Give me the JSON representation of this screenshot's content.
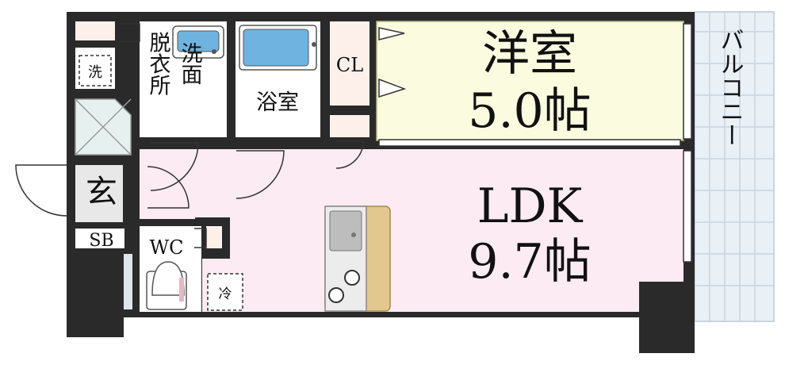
{
  "rooms": {
    "youshitsu": {
      "name": "洋室",
      "size": "5.0帖"
    },
    "ldk": {
      "name": "LDK",
      "size": "9.7帖"
    },
    "closet": "CL",
    "bath": "浴室",
    "dressing_left": "脱衣所",
    "dressing_right": "洗面",
    "entrance": "玄",
    "shoebox": "SB",
    "toilet": "WC",
    "balcony": "バルコニー"
  },
  "marks": {
    "washer": "洗",
    "fridge": "冷"
  },
  "colors": {
    "wall": "#2a2a2a",
    "youshitsu_floor": "#fbfbe0",
    "ldk_floor": "#fcebf2",
    "wet_area_floor": "#ffffff",
    "closet_floor": "#fdf0ea",
    "balcony_floor": "#e9f0f6",
    "bathtub": "#6fb4e0",
    "counter": "#e2c88e"
  }
}
